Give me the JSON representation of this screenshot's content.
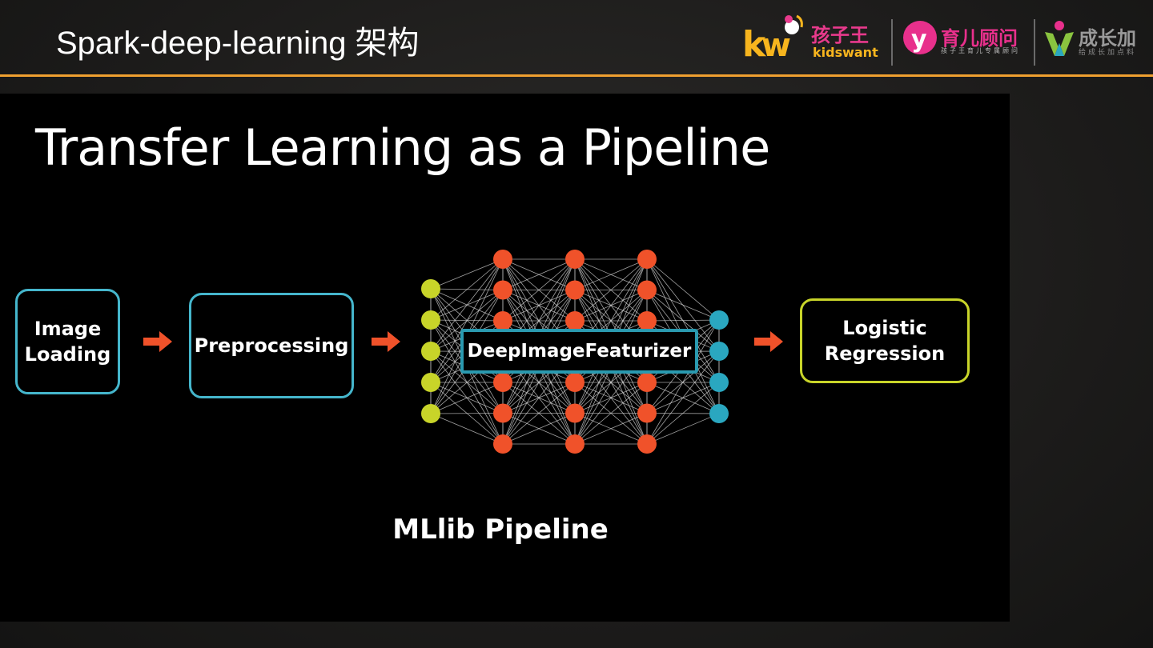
{
  "slide": {
    "title": "Spark-deep-learning 架构"
  },
  "logos": [
    {
      "icon": "kidswant-logo",
      "name": "孩子王",
      "subtitle": "kidswant"
    },
    {
      "icon": "yuer-guwen-logo",
      "name": "育儿顾问",
      "subtitle": "孩子王育儿专属顾问"
    },
    {
      "icon": "chengzhangjia-logo",
      "name": "成长加",
      "subtitle": "给成长加点料"
    }
  ],
  "colors": {
    "accent_rule": "#f0a030",
    "box_cyan": "#45b6cc",
    "box_yellow": "#c8d429",
    "arrow": "#f0522a",
    "node_input": "#c8d429",
    "node_hidden": "#f0522a",
    "node_output": "#2aa7c0"
  },
  "diagram": {
    "heading": "Transfer Learning as a Pipeline",
    "stages": [
      {
        "label": "Image\nLoading",
        "style": "cyan"
      },
      {
        "label": "Preprocessing",
        "style": "cyan"
      },
      {
        "label": "DeepImageFeaturizer",
        "style": "network"
      },
      {
        "label": "Logistic\nRegression",
        "style": "yellow"
      }
    ],
    "network": {
      "input_nodes": 5,
      "hidden_layers": 3,
      "hidden_nodes_per_layer": 7,
      "output_nodes": 4
    },
    "caption": "MLlib Pipeline"
  }
}
